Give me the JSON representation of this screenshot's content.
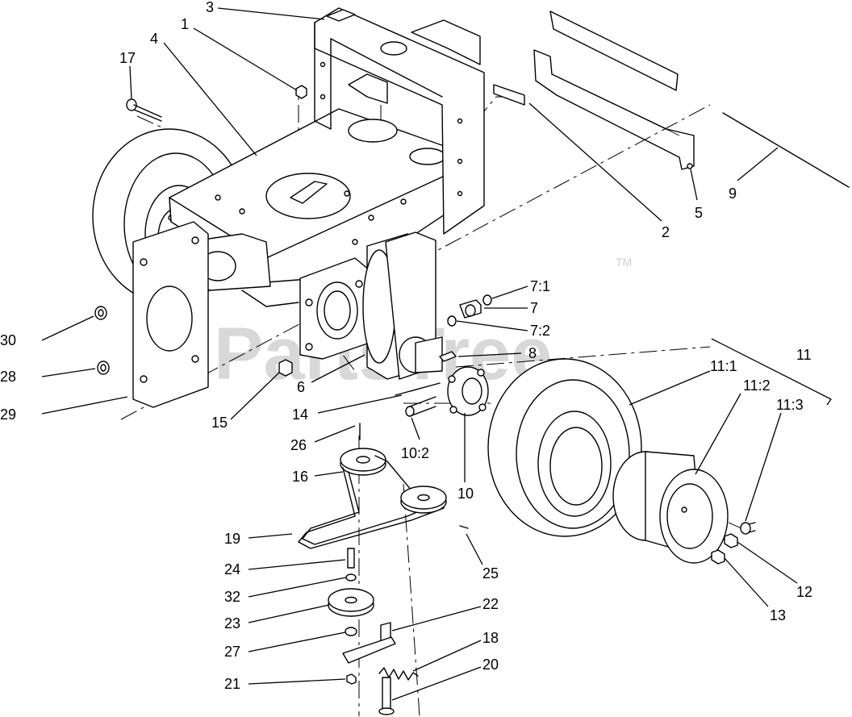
{
  "watermark": {
    "text": "PartsTree",
    "trademark": "TM"
  },
  "callouts": {
    "c1": "1",
    "c2": "2",
    "c3": "3",
    "c4": "4",
    "c5": "5",
    "c6": "6",
    "c7": "7",
    "c7_1": "7:1",
    "c7_2": "7:2",
    "c8": "8",
    "c9": "9",
    "c10": "10",
    "c10_2": "10:2",
    "c11": "11",
    "c11_1": "11:1",
    "c11_2": "11:2",
    "c11_3": "11:3",
    "c12": "12",
    "c13": "13",
    "c14": "14",
    "c15": "15",
    "c16": "16",
    "c17": "17",
    "c18": "18",
    "c19": "19",
    "c20": "20",
    "c21": "21",
    "c22": "22",
    "c23": "23",
    "c24": "24",
    "c25": "25",
    "c26": "26",
    "c27": "27",
    "c28": "28",
    "c29": "29",
    "c30": "30",
    "c32": "32"
  }
}
